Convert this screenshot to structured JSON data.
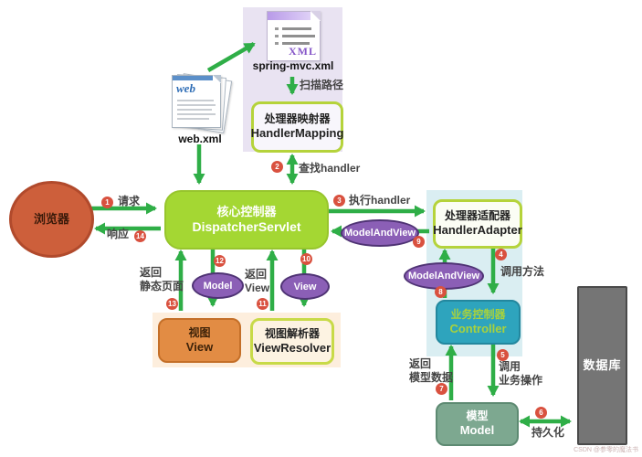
{
  "diagram": {
    "watermark": "CSDN @参零的魔法书",
    "nodes": {
      "browser": {
        "label": "浏览器"
      },
      "web_xml": {
        "label": "web.xml",
        "icon_text": "web"
      },
      "spring_mvc_xml": {
        "label": "spring-mvc.xml",
        "icon_text": "XML"
      },
      "handler_mapping": {
        "zh": "处理器映射器",
        "en": "HandlerMapping"
      },
      "dispatcher_servlet": {
        "zh": "核心控制器",
        "en": "DispatcherServlet"
      },
      "handler_adapter": {
        "zh": "处理器适配器",
        "en": "HandlerAdapter"
      },
      "controller": {
        "zh": "业务控制器",
        "en": "Controller"
      },
      "model": {
        "zh": "模型",
        "en": "Model"
      },
      "view": {
        "zh": "视图",
        "en": "View"
      },
      "view_resolver": {
        "zh": "视图解析器",
        "en": "ViewResolver"
      },
      "database": {
        "label": "数据库"
      }
    },
    "ellipses": {
      "mav1": "ModelAndView",
      "mav2": "ModelAndView",
      "model": "Model",
      "view": "View"
    },
    "labels": {
      "request": "请求",
      "response": "响应",
      "scan_path": "扫描路径",
      "find_handler": "查找handler",
      "execute_handler": "执行handler",
      "invoke_method": "调用方法",
      "invoke_line1": "调用",
      "invoke_line2": "业务操作",
      "return_model_line1": "返回",
      "return_model_line2": "模型数据",
      "persist": "持久化",
      "return_static_line1": "返回",
      "return_static_line2": "静态页面",
      "return_view_line1": "返回",
      "return_view_line2": "View"
    },
    "steps": {
      "request": "1",
      "find_handler": "2",
      "execute_handler": "3",
      "invoke_method": "4",
      "invoke_business": "5",
      "persist": "6",
      "return_model": "7",
      "mav_up": "8",
      "mav_left": "9",
      "view_down": "10",
      "return_view": "11",
      "model_down": "12",
      "return_static": "13",
      "response": "14"
    },
    "colors": {
      "arrow_green": "#2fae47",
      "badge_red": "#d9513f",
      "dispatcher_green": "#a4d733",
      "controller_teal": "#2ea4bd",
      "model_sage": "#7da890",
      "view_orange": "#e28c44",
      "ellipse_purple": "#8b5fb6",
      "panel_lavender": "#e9e3f2",
      "panel_blue": "#daeef2",
      "panel_cream": "#fdeedd",
      "database_gray": "#757575",
      "browser_orange": "#cd5f3b"
    }
  }
}
